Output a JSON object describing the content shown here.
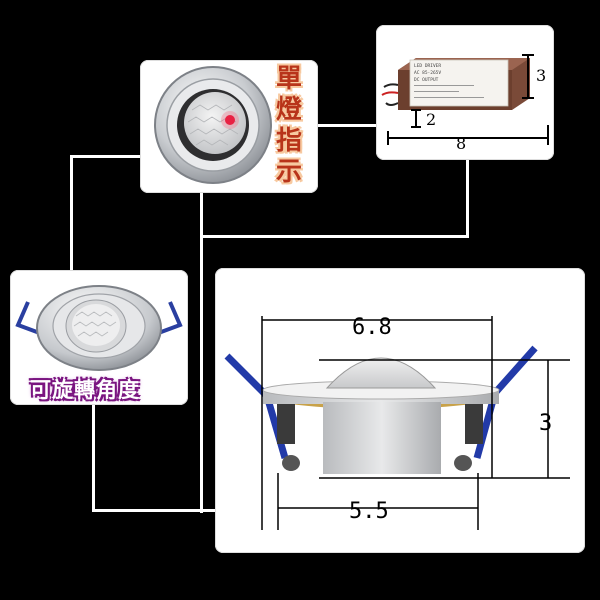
{
  "labels": {
    "single_indicator": [
      "單",
      "燈",
      "指",
      "示"
    ],
    "rotatable_angle": "可旋轉角度"
  },
  "driver_dims": {
    "height": "3",
    "inner": "2",
    "length": "8"
  },
  "detail_dims": {
    "top_width": "6.8",
    "bottom_width": "5.5",
    "height": "3"
  },
  "driver_label_text": [
    "LED DRIVER",
    "AC 85-265V",
    "DC OUTPUT"
  ],
  "colors": {
    "background": "#000000",
    "wire": "#ffffff",
    "indicator_label": "#b8341a",
    "angle_label_glow": "#7a1580",
    "clip": "#2a3fa0",
    "driver_case": "#7a4a38"
  }
}
